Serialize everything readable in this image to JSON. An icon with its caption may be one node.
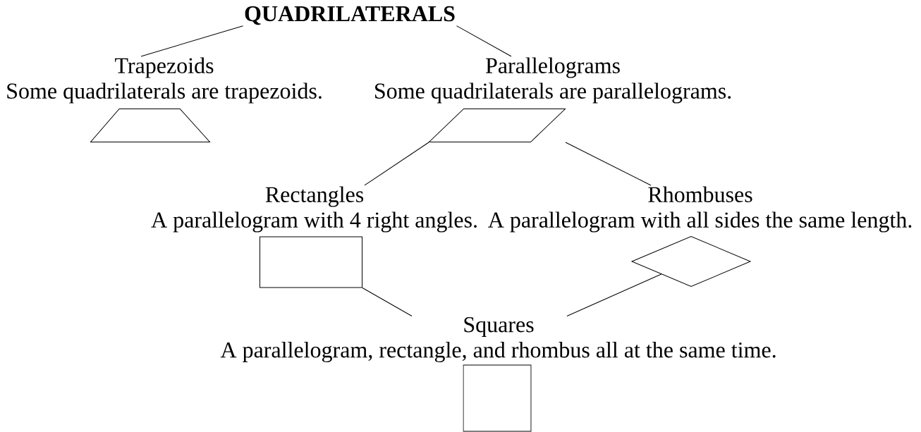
{
  "diagram": {
    "nodes": [
      {
        "text": [
          "QUADRILATERALS"
        ]
      },
      {
        "text": [
          "Trapezoids",
          "Some quadrilaterals are trapezoids."
        ]
      },
      {
        "text": [],
        "shape": "trapezoid"
      },
      {
        "text": [
          "Parallelograms",
          "Some quadrilaterals are parallelograms."
        ]
      },
      {
        "text": [],
        "shape": "parallelogram"
      },
      {
        "text": [
          "Rectangles",
          "A parallelogram with 4 right angles."
        ]
      },
      {
        "text": [],
        "shape": "rectangle"
      },
      {
        "text": [
          "Rhombuses",
          "A parallelogram with all sides the same length."
        ]
      },
      {
        "text": [],
        "shape": "diamond"
      },
      {
        "text": [
          "Squares",
          "A parallelogram, rectangle, and rhombus all at the same time."
        ]
      },
      {
        "text": [],
        "shape": "square"
      }
    ],
    "edges": [
      {
        "from": 0,
        "to": 1,
        "arrow": "none"
      },
      {
        "from": 0,
        "to": 3,
        "arrow": "none"
      },
      {
        "from": 4,
        "to": 5,
        "arrow": "none"
      },
      {
        "from": 4,
        "to": 7,
        "arrow": "none"
      },
      {
        "from": 6,
        "to": 9,
        "arrow": "none"
      },
      {
        "from": 8,
        "to": 9,
        "arrow": "none"
      }
    ]
  }
}
